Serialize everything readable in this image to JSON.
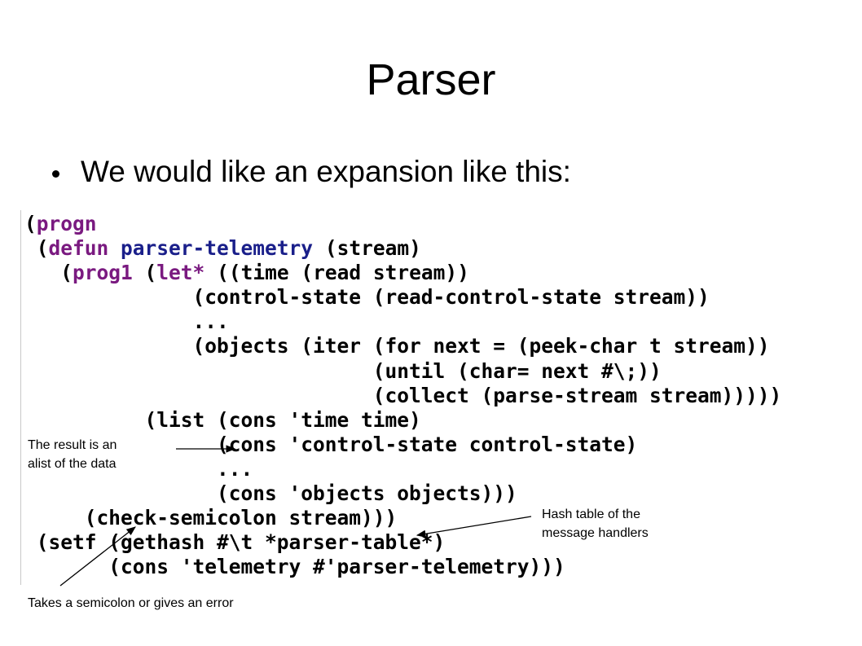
{
  "slide": {
    "title": "Parser",
    "bullet": "We would like an expansion like this:"
  },
  "code": {
    "lines": [
      {
        "parts": [
          {
            "t": "(",
            "c": ""
          },
          {
            "t": "progn",
            "c": "kw"
          }
        ]
      },
      {
        "parts": [
          {
            "t": " (",
            "c": ""
          },
          {
            "t": "defun",
            "c": "kw"
          },
          {
            "t": " ",
            "c": ""
          },
          {
            "t": "parser-telemetry",
            "c": "fn"
          },
          {
            "t": " (stream)",
            "c": ""
          }
        ]
      },
      {
        "parts": [
          {
            "t": "   (",
            "c": ""
          },
          {
            "t": "prog1",
            "c": "kw"
          },
          {
            "t": " (",
            "c": ""
          },
          {
            "t": "let*",
            "c": "kw"
          },
          {
            "t": " ((time (read stream))",
            "c": ""
          }
        ]
      },
      {
        "parts": [
          {
            "t": "              (control-state (read-control-state stream))",
            "c": ""
          }
        ]
      },
      {
        "parts": [
          {
            "t": "              ...",
            "c": ""
          }
        ]
      },
      {
        "parts": [
          {
            "t": "              (objects (iter (for next = (peek-char t stream))",
            "c": ""
          }
        ]
      },
      {
        "parts": [
          {
            "t": "                             (until (char= next #\\;))",
            "c": ""
          }
        ]
      },
      {
        "parts": [
          {
            "t": "                             (collect (parse-stream stream)))))",
            "c": ""
          }
        ]
      },
      {
        "parts": [
          {
            "t": "          (list (cons 'time time)",
            "c": ""
          }
        ]
      },
      {
        "parts": [
          {
            "t": "                (cons 'control-state control-state)",
            "c": ""
          }
        ]
      },
      {
        "parts": [
          {
            "t": "                ...",
            "c": ""
          }
        ]
      },
      {
        "parts": [
          {
            "t": "                (cons 'objects objects)))",
            "c": ""
          }
        ]
      },
      {
        "parts": [
          {
            "t": "     (check-semicolon stream)))",
            "c": ""
          }
        ]
      },
      {
        "parts": [
          {
            "t": " (setf (gethash #\\t *parser-table*)",
            "c": ""
          }
        ]
      },
      {
        "parts": [
          {
            "t": "       (cons 'telemetry #'parser-telemetry)))",
            "c": ""
          }
        ]
      }
    ]
  },
  "annotations": {
    "result_line1": "The result is an",
    "result_line2": "alist of the data",
    "hash_line1": "Hash table of the",
    "hash_line2": "message handlers",
    "semicolon": "Takes a semicolon or gives an error"
  },
  "colors": {
    "keyword": "#7a1a80",
    "function_name": "#1a1f8a",
    "text": "#000000",
    "background": "#ffffff"
  }
}
